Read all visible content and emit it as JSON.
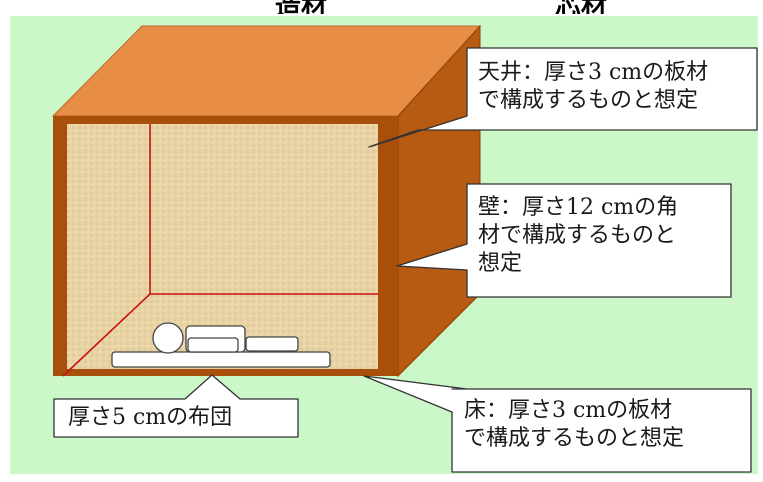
{
  "header": {
    "left_label": "造材",
    "right_label": "芯材"
  },
  "callouts": {
    "ceiling": {
      "line1": "天井：厚さ3 cmの板材",
      "line2": "で構成するものと想定"
    },
    "wall": {
      "line1": "壁：厚さ12 cmの角",
      "line2": "材で構成するものと",
      "line3": "想定"
    },
    "floor": {
      "line1": "床：厚さ3 cmの板材",
      "line2": "で構成するものと想定"
    },
    "futon": {
      "line1": "厚さ5 cmの布団"
    }
  },
  "colors": {
    "background": "#ccf7c9",
    "box_top": "#e88d45",
    "box_side": "#b75a12",
    "box_frame": "#a84f0c",
    "interior": "#e9d5a3",
    "guide_lines": "#cc1111"
  }
}
